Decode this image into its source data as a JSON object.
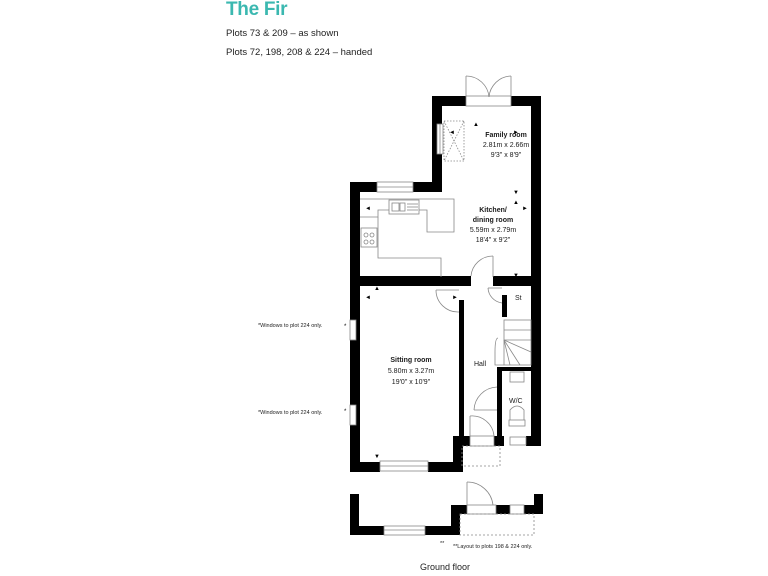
{
  "header": {
    "title": "The Fir",
    "title_color": "#3bb8b0",
    "plots_as_shown": "Plots 73 & 209 – as shown",
    "plots_handed": "Plots 72, 198, 208 & 224 – handed"
  },
  "rooms": {
    "family": {
      "name": "Family room",
      "metric": "2.81m x 2.66m",
      "imperial": "9'3\" x 8'9\""
    },
    "kitchen": {
      "name_line1": "Kitchen/",
      "name_line2": "dining room",
      "metric": "5.59m x 2.79m",
      "imperial": "18'4\" x 9'2\""
    },
    "sitting": {
      "name": "Sitting room",
      "metric": "5.80m x 3.27m",
      "imperial": "19'0\" x 10'9\""
    },
    "hall": {
      "name": "Hall"
    },
    "store": {
      "name": "St"
    },
    "wc": {
      "name": "W/C"
    }
  },
  "notes": {
    "windows_upper": "*Windows to plot 224 only.",
    "windows_lower": "*Windows to plot 224 only.",
    "layout_marker": "**",
    "layout_note": "**Layout to plots 198 & 224 only."
  },
  "footer": {
    "floor_label": "Ground floor"
  },
  "colors": {
    "wall": "#000000",
    "fixture": "#9a9a9a",
    "background": "#ffffff"
  }
}
